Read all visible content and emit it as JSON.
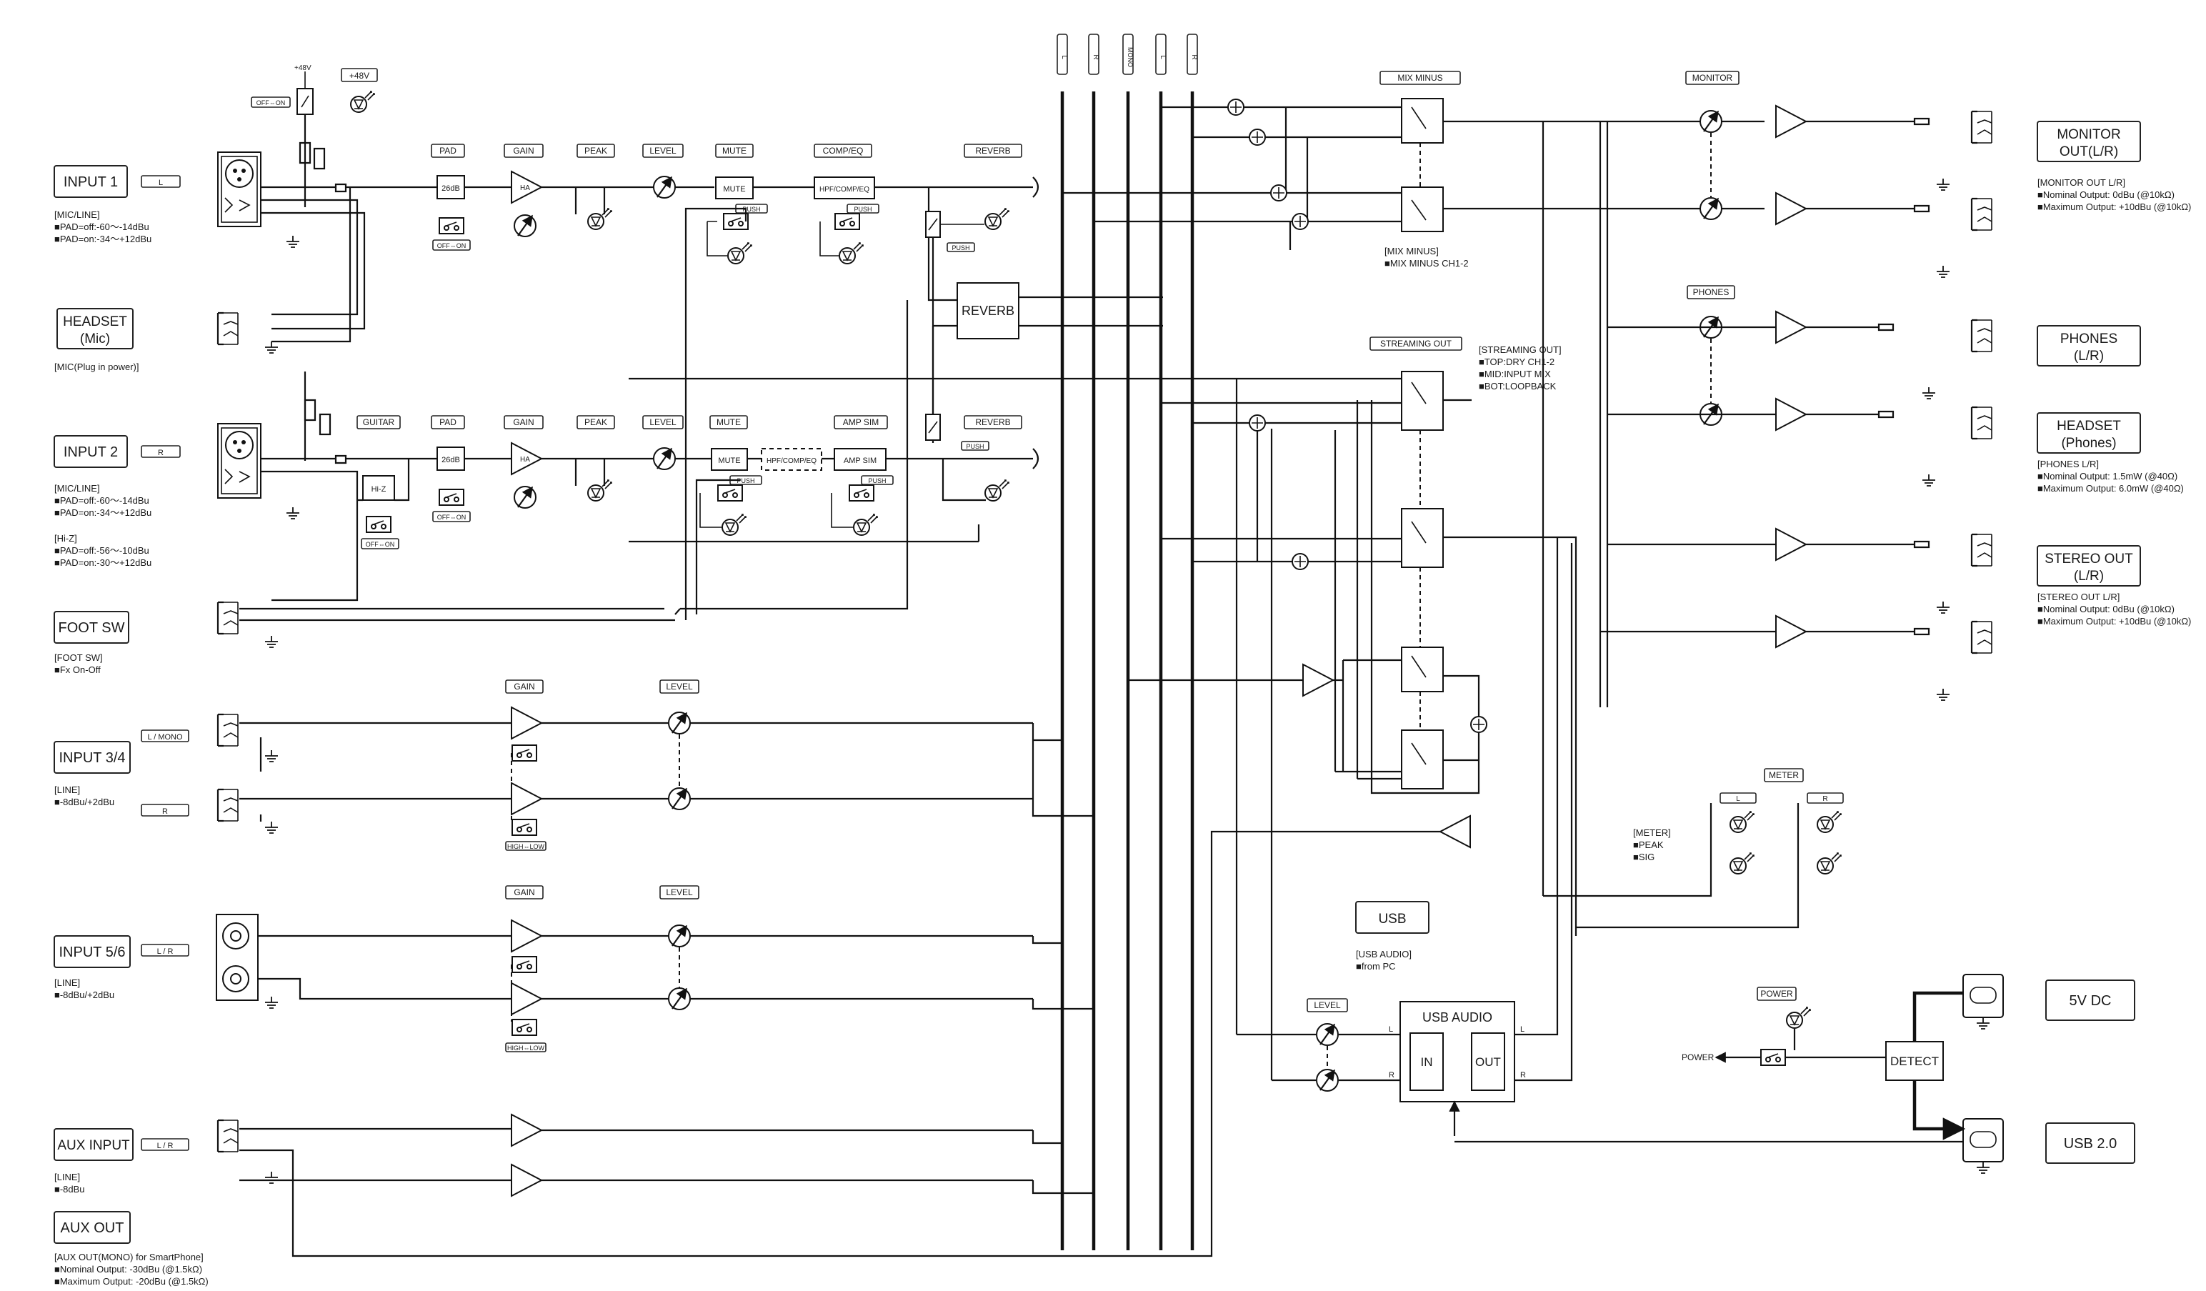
{
  "external": {
    "input1": "INPUT 1",
    "input1_ch": "L",
    "input1_spec": [
      "[MIC/LINE]",
      "■PAD=off:-60〜-14dBu",
      "■PAD=on:-34〜+12dBu"
    ],
    "headset_mic": [
      "HEADSET",
      "(Mic)"
    ],
    "headset_mic_spec": "[MIC(Plug in power)]",
    "input2": "INPUT 2",
    "input2_ch": "R",
    "input2_spec": [
      "[MIC/LINE]",
      "■PAD=off:-60〜-14dBu",
      "■PAD=on:-34〜+12dBu",
      "",
      "[Hi-Z]",
      "■PAD=off:-56〜-10dBu",
      "■PAD=on:-30〜+12dBu"
    ],
    "footsw": "FOOT SW",
    "footsw_spec": [
      "[FOOT SW]",
      "■Fx On-Off"
    ],
    "input34": "INPUT 3/4",
    "input34_ch1": "L / MONO",
    "input34_ch2": "R",
    "input34_spec": [
      "[LINE]",
      "■-8dBu/+2dBu"
    ],
    "input56": "INPUT 5/6",
    "input56_ch": "L / R",
    "input56_spec": [
      "[LINE]",
      "■-8dBu/+2dBu"
    ],
    "auxin": "AUX INPUT",
    "auxin_ch": "L / R",
    "auxin_spec": [
      "[LINE]",
      "■-8dBu"
    ],
    "auxout": "AUX OUT",
    "auxout_spec": [
      "[AUX OUT(MONO) for SmartPhone]",
      "■Nominal Output: -30dBu (@1.5kΩ)",
      "■Maximum Output: -20dBu (@1.5kΩ)"
    ],
    "monitor_out": [
      "MONITOR",
      "OUT(L/R)"
    ],
    "monitor_spec": [
      "[MONITOR OUT L/R]",
      "■Nominal Output:  0dBu (@10kΩ)",
      "■Maximum Output: +10dBu (@10kΩ)"
    ],
    "phones": [
      "PHONES",
      "(L/R)"
    ],
    "headset_ph": [
      "HEADSET",
      "(Phones)"
    ],
    "phones_spec": [
      "[PHONES L/R]",
      "■Nominal Output: 1.5mW (@40Ω)",
      "■Maximum Output: 6.0mW (@40Ω)"
    ],
    "stereo_out": [
      "STEREO OUT",
      "(L/R)"
    ],
    "stereo_spec": [
      "[STEREO OUT L/R]",
      "■Nominal Output:  0dBu (@10kΩ)",
      "■Maximum Output: +10dBu (@10kΩ)"
    ],
    "dc5v": "5V DC",
    "usb20": "USB 2.0"
  },
  "labels": {
    "v48": "+48V",
    "v48_small": "+48V",
    "offon": "OFF⇔ON",
    "pad": "PAD",
    "gain": "GAIN",
    "peak": "PEAK",
    "level": "LEVEL",
    "mute": "MUTE",
    "compeq": "COMP/EQ",
    "reverb": "REVERB",
    "guitar": "GUITAR",
    "ampsim": "AMP SIM",
    "ha": "HA",
    "pad26": "26dB",
    "mute_blk": "MUTE",
    "hpf_blk": "HPF/COMP/EQ",
    "amp_blk": "AMP SIM",
    "hiz": "Hi-Z",
    "push": "PUSH",
    "reverb_blk": "REVERB",
    "highlow": "HIGH⇔LOW",
    "mix_minus": "MIX MINUS",
    "mix_minus_note": [
      "[MIX MINUS]",
      "■MIX MINUS CH1-2"
    ],
    "streaming_out": "STREAMING OUT",
    "streaming_note": [
      "[STREAMING OUT]",
      "■TOP:DRY CH1-2",
      "■MID:INPUT MIX",
      "■BOT:LOOPBACK"
    ],
    "monitor": "MONITOR",
    "phones_tag": "PHONES",
    "meter": "METER",
    "meter_l": "L",
    "meter_r": "R",
    "meter_note": [
      "[METER]",
      "■PEAK",
      "■SIG"
    ],
    "usb": "USB",
    "usb_note": [
      "[USB AUDIO]",
      "■from PC"
    ],
    "usb_audio": "USB AUDIO",
    "usb_in": "IN",
    "usb_out": "OUT",
    "lr_l": "L",
    "lr_r": "R",
    "power": "POWER",
    "power_arrow": "POWER",
    "detect": "DETECT"
  },
  "buses": [
    "L",
    "R",
    "MONO",
    "L",
    "R"
  ]
}
